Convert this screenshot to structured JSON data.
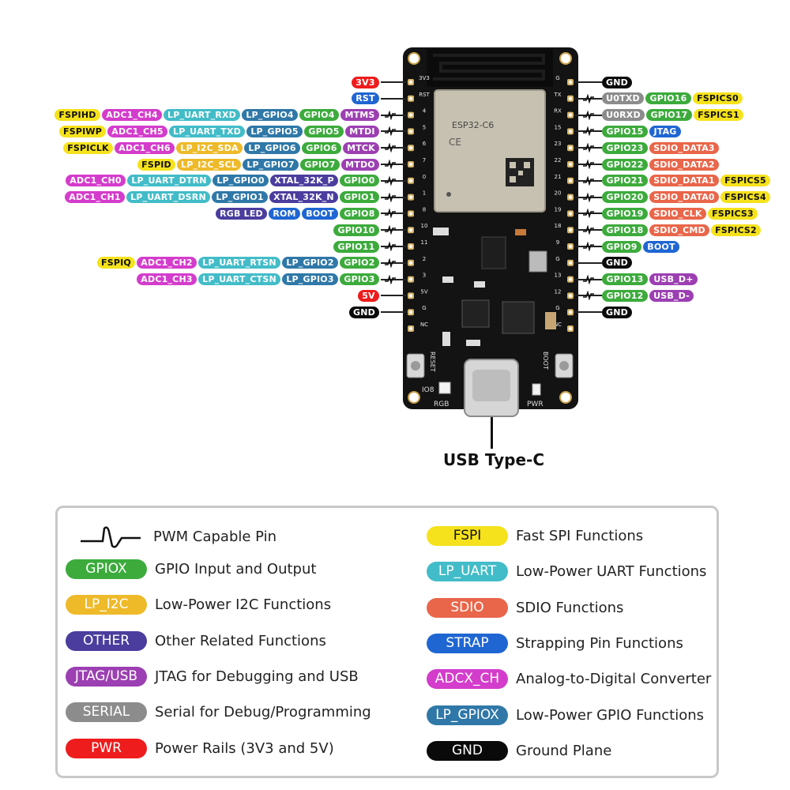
{
  "colors": {
    "GPIO": "#3cab3c",
    "FSPI": "#f6e21c",
    "LP_I2C": "#eeba2a",
    "OTHER": "#4a3d9e",
    "JTAG": "#9c3fb2",
    "SERIAL": "#8c8c8c",
    "PWR": "#ee1c1c",
    "LP_UART": "#42bcc8",
    "SDIO": "#e9664a",
    "STRAP": "#1f66d2",
    "ADC": "#d43ccc",
    "LP_GPIO": "#2f78a8",
    "GND": "#0a0a0a"
  },
  "left_pins": [
    {
      "pwm": false,
      "labels": [
        {
          "t": "3V3",
          "c": "PWR"
        }
      ]
    },
    {
      "pwm": false,
      "labels": [
        {
          "t": "RST",
          "c": "STRAP"
        }
      ]
    },
    {
      "pwm": true,
      "labels": [
        {
          "t": "FSPIHD",
          "c": "FSPI"
        },
        {
          "t": "ADC1_CH4",
          "c": "ADC"
        },
        {
          "t": "LP_UART_RXD",
          "c": "LP_UART"
        },
        {
          "t": "LP_GPIO4",
          "c": "LP_GPIO"
        },
        {
          "t": "GPIO4",
          "c": "GPIO"
        },
        {
          "t": "MTMS",
          "c": "JTAG"
        }
      ]
    },
    {
      "pwm": true,
      "labels": [
        {
          "t": "FSPIWP",
          "c": "FSPI"
        },
        {
          "t": "ADC1_CH5",
          "c": "ADC"
        },
        {
          "t": "LP_UART_TXD",
          "c": "LP_UART"
        },
        {
          "t": "LP_GPIO5",
          "c": "LP_GPIO"
        },
        {
          "t": "GPIO5",
          "c": "GPIO"
        },
        {
          "t": "MTDI",
          "c": "JTAG"
        }
      ]
    },
    {
      "pwm": true,
      "labels": [
        {
          "t": "FSPICLK",
          "c": "FSPI"
        },
        {
          "t": "ADC1_CH6",
          "c": "ADC"
        },
        {
          "t": "LP_I2C_SDA",
          "c": "LP_I2C"
        },
        {
          "t": "LP_GPIO6",
          "c": "LP_GPIO"
        },
        {
          "t": "GPIO6",
          "c": "GPIO"
        },
        {
          "t": "MTCK",
          "c": "JTAG"
        }
      ]
    },
    {
      "pwm": true,
      "labels": [
        {
          "t": "FSPID",
          "c": "FSPI"
        },
        {
          "t": "LP_I2C_SCL",
          "c": "LP_I2C"
        },
        {
          "t": "LP_GPIO7",
          "c": "LP_GPIO"
        },
        {
          "t": "GPIO7",
          "c": "GPIO"
        },
        {
          "t": "MTDO",
          "c": "JTAG"
        }
      ]
    },
    {
      "pwm": true,
      "labels": [
        {
          "t": "ADC1_CH0",
          "c": "ADC"
        },
        {
          "t": "LP_UART_DTRN",
          "c": "LP_UART"
        },
        {
          "t": "LP_GPIO0",
          "c": "LP_GPIO"
        },
        {
          "t": "XTAL_32K_P",
          "c": "OTHER"
        },
        {
          "t": "GPIO0",
          "c": "GPIO"
        }
      ]
    },
    {
      "pwm": true,
      "labels": [
        {
          "t": "ADC1_CH1",
          "c": "ADC"
        },
        {
          "t": "LP_UART_DSRN",
          "c": "LP_UART"
        },
        {
          "t": "LP_GPIO1",
          "c": "LP_GPIO"
        },
        {
          "t": "XTAL_32K_N",
          "c": "OTHER"
        },
        {
          "t": "GPIO1",
          "c": "GPIO"
        }
      ]
    },
    {
      "pwm": true,
      "labels": [
        {
          "t": "RGB LED",
          "c": "OTHER"
        },
        {
          "t": "ROM",
          "c": "STRAP"
        },
        {
          "t": "BOOT",
          "c": "STRAP"
        },
        {
          "t": "GPIO8",
          "c": "GPIO"
        }
      ]
    },
    {
      "pwm": true,
      "labels": [
        {
          "t": "GPIO10",
          "c": "GPIO"
        }
      ]
    },
    {
      "pwm": true,
      "labels": [
        {
          "t": "GPIO11",
          "c": "GPIO"
        }
      ]
    },
    {
      "pwm": true,
      "labels": [
        {
          "t": "FSPIQ",
          "c": "FSPI"
        },
        {
          "t": "ADC1_CH2",
          "c": "ADC"
        },
        {
          "t": "LP_UART_RTSN",
          "c": "LP_UART"
        },
        {
          "t": "LP_GPIO2",
          "c": "LP_GPIO"
        },
        {
          "t": "GPIO2",
          "c": "GPIO"
        }
      ]
    },
    {
      "pwm": true,
      "labels": [
        {
          "t": "ADC1_CH3",
          "c": "ADC"
        },
        {
          "t": "LP_UART_CTSN",
          "c": "LP_UART"
        },
        {
          "t": "LP_GPIO3",
          "c": "LP_GPIO"
        },
        {
          "t": "GPIO3",
          "c": "GPIO"
        }
      ]
    },
    {
      "pwm": false,
      "labels": [
        {
          "t": "5V",
          "c": "PWR"
        }
      ]
    },
    {
      "pwm": false,
      "labels": [
        {
          "t": "GND",
          "c": "GND"
        }
      ]
    }
  ],
  "right_pins": [
    {
      "pwm": false,
      "labels": [
        {
          "t": "GND",
          "c": "GND"
        }
      ]
    },
    {
      "pwm": true,
      "labels": [
        {
          "t": "U0TXD",
          "c": "SERIAL"
        },
        {
          "t": "GPIO16",
          "c": "GPIO"
        },
        {
          "t": "FSPICS0",
          "c": "FSPI"
        }
      ]
    },
    {
      "pwm": true,
      "labels": [
        {
          "t": "U0RXD",
          "c": "SERIAL"
        },
        {
          "t": "GPIO17",
          "c": "GPIO"
        },
        {
          "t": "FSPICS1",
          "c": "FSPI"
        }
      ]
    },
    {
      "pwm": true,
      "labels": [
        {
          "t": "GPIO15",
          "c": "GPIO"
        },
        {
          "t": "JTAG",
          "c": "STRAP"
        }
      ]
    },
    {
      "pwm": true,
      "labels": [
        {
          "t": "GPIO23",
          "c": "GPIO"
        },
        {
          "t": "SDIO_DATA3",
          "c": "SDIO"
        }
      ]
    },
    {
      "pwm": true,
      "labels": [
        {
          "t": "GPIO22",
          "c": "GPIO"
        },
        {
          "t": "SDIO_DATA2",
          "c": "SDIO"
        }
      ]
    },
    {
      "pwm": true,
      "labels": [
        {
          "t": "GPIO21",
          "c": "GPIO"
        },
        {
          "t": "SDIO_DATA1",
          "c": "SDIO"
        },
        {
          "t": "FSPICS5",
          "c": "FSPI"
        }
      ]
    },
    {
      "pwm": true,
      "labels": [
        {
          "t": "GPIO20",
          "c": "GPIO"
        },
        {
          "t": "SDIO_DATA0",
          "c": "SDIO"
        },
        {
          "t": "FSPICS4",
          "c": "FSPI"
        }
      ]
    },
    {
      "pwm": true,
      "labels": [
        {
          "t": "GPIO19",
          "c": "GPIO"
        },
        {
          "t": "SDIO_CLK",
          "c": "SDIO"
        },
        {
          "t": "FSPICS3",
          "c": "FSPI"
        }
      ]
    },
    {
      "pwm": true,
      "labels": [
        {
          "t": "GPIO18",
          "c": "GPIO"
        },
        {
          "t": "SDIO_CMD",
          "c": "SDIO"
        },
        {
          "t": "FSPICS2",
          "c": "FSPI"
        }
      ]
    },
    {
      "pwm": true,
      "labels": [
        {
          "t": "GPIO9",
          "c": "GPIO"
        },
        {
          "t": "BOOT",
          "c": "STRAP"
        }
      ]
    },
    {
      "pwm": false,
      "labels": [
        {
          "t": "GND",
          "c": "GND"
        }
      ]
    },
    {
      "pwm": true,
      "labels": [
        {
          "t": "GPIO13",
          "c": "GPIO"
        },
        {
          "t": "USB_D+",
          "c": "JTAG"
        }
      ]
    },
    {
      "pwm": true,
      "labels": [
        {
          "t": "GPIO12",
          "c": "GPIO"
        },
        {
          "t": "USB_D-",
          "c": "JTAG"
        }
      ]
    },
    {
      "pwm": false,
      "labels": [
        {
          "t": "GND",
          "c": "GND"
        }
      ]
    }
  ],
  "board": {
    "module_label": "ESP32-C6",
    "left_silk": [
      "3V3",
      "RST",
      "4",
      "5",
      "6",
      "7",
      "0",
      "1",
      "8",
      "10",
      "11",
      "2",
      "3",
      "5V",
      "G",
      "NC"
    ],
    "right_silk": [
      "G",
      "TX",
      "RX",
      "15",
      "23",
      "22",
      "21",
      "20",
      "19",
      "18",
      "9",
      "G",
      "13",
      "12",
      "G",
      "NC"
    ],
    "reset_label": "RESET",
    "boot_label": "BOOT",
    "io8_label": "IO8",
    "rgb_label": "RGB",
    "pwr_label": "PWR"
  },
  "usb_caption": "USB Type-C",
  "legend": {
    "pwm_text": "PWM Capable Pin",
    "items_left": [
      {
        "pill": "GPIOX",
        "c": "GPIO",
        "text": "GPIO Input and Output"
      },
      {
        "pill": "LP_I2C",
        "c": "LP_I2C",
        "text": "Low-Power I2C Functions"
      },
      {
        "pill": "OTHER",
        "c": "OTHER",
        "text": "Other Related Functions"
      },
      {
        "pill": "JTAG/USB",
        "c": "JTAG",
        "text": "JTAG for Debugging and USB"
      },
      {
        "pill": "SERIAL",
        "c": "SERIAL",
        "text": "Serial for Debug/Programming"
      },
      {
        "pill": "PWR",
        "c": "PWR",
        "text": "Power Rails (3V3 and 5V)"
      }
    ],
    "items_right": [
      {
        "pill": "FSPI",
        "c": "FSPI",
        "text": "Fast SPI Functions"
      },
      {
        "pill": "LP_UART",
        "c": "LP_UART",
        "text": "Low-Power UART Functions"
      },
      {
        "pill": "SDIO",
        "c": "SDIO",
        "text": "SDIO Functions"
      },
      {
        "pill": "STRAP",
        "c": "STRAP",
        "text": "Strapping Pin Functions"
      },
      {
        "pill": "ADCX_CH",
        "c": "ADC",
        "text": "Analog-to-Digital Converter"
      },
      {
        "pill": "LP_GPIOX",
        "c": "LP_GPIO",
        "text": "Low-Power GPIO Functions"
      },
      {
        "pill": "GND",
        "c": "GND",
        "text": "Ground Plane"
      }
    ]
  }
}
